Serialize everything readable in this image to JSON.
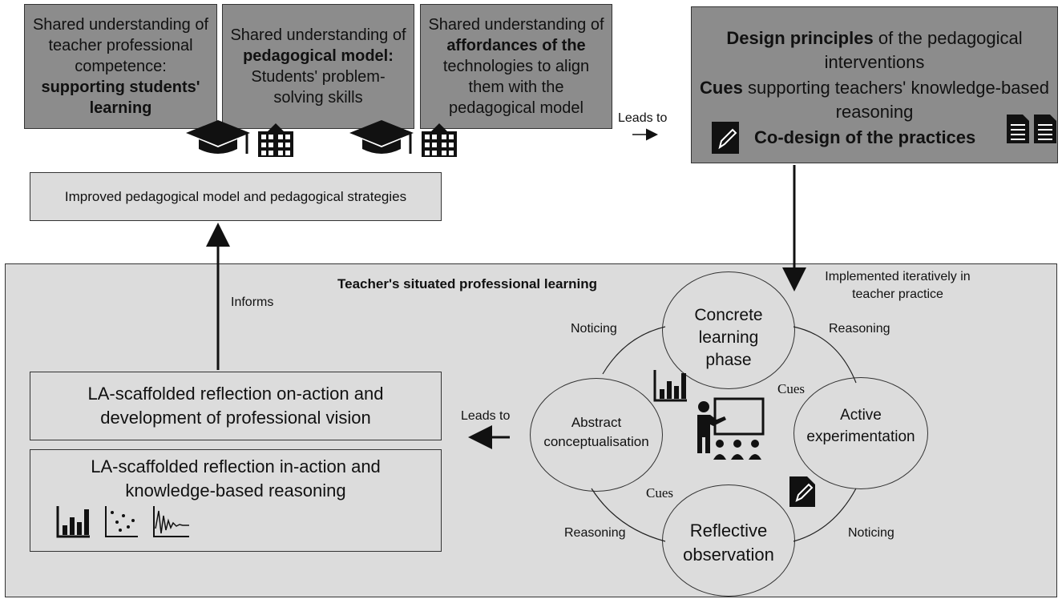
{
  "top_boxes": {
    "box1": {
      "pre": "Shared understanding of teacher professional competence:",
      "bold": "supporting students' learning"
    },
    "box2": {
      "pre": "Shared understanding of",
      "bold": "pedagogical model:",
      "post": "Students' problem-solving skills"
    },
    "box3": {
      "pre": "Shared understanding of",
      "bold": "affordances of the",
      "post": "technologies to align them with the pedagogical model"
    }
  },
  "design_box": {
    "line1_bold": "Design principles",
    "line1_rest": "of the pedagogical interventions",
    "line2_bold": "Cues",
    "line2_rest": "supporting teachers' knowledge-based reasoning",
    "line3_bold": "Co-design of the practices"
  },
  "labels": {
    "leads_to_top": "Leads to",
    "leads_to_bottom": "Leads to",
    "informs": "Informs",
    "implemented": "Implemented iteratively in teacher practice",
    "panel_title": "Teacher's situated professional learning",
    "noticing_top": "Noticing",
    "reasoning_top": "Reasoning",
    "reasoning_bottom": "Reasoning",
    "noticing_bottom": "Noticing",
    "cues_right": "Cues",
    "cues_left": "Cues"
  },
  "improved_box": "Improved pedagogical model and pedagogical strategies",
  "reflection_on_action": "LA-scaffolded reflection on-action and development of professional vision",
  "reflection_in_action": "LA-scaffolded reflection in-action and knowledge-based reasoning",
  "cycle": {
    "concrete": "Concrete learning phase",
    "active": "Active experimentation",
    "reflective": "Reflective observation",
    "abstract": "Abstract conceptualisation"
  },
  "icons": [
    "graduation-cap-icon",
    "school-building-icon",
    "document-edit-icon",
    "document-icon",
    "bar-chart-icon",
    "scatter-plot-icon",
    "waveform-chart-icon",
    "teacher-presenting-icon"
  ],
  "colors": {
    "dark_box": "#8c8c8c",
    "light_box": "#dcdcdc"
  }
}
